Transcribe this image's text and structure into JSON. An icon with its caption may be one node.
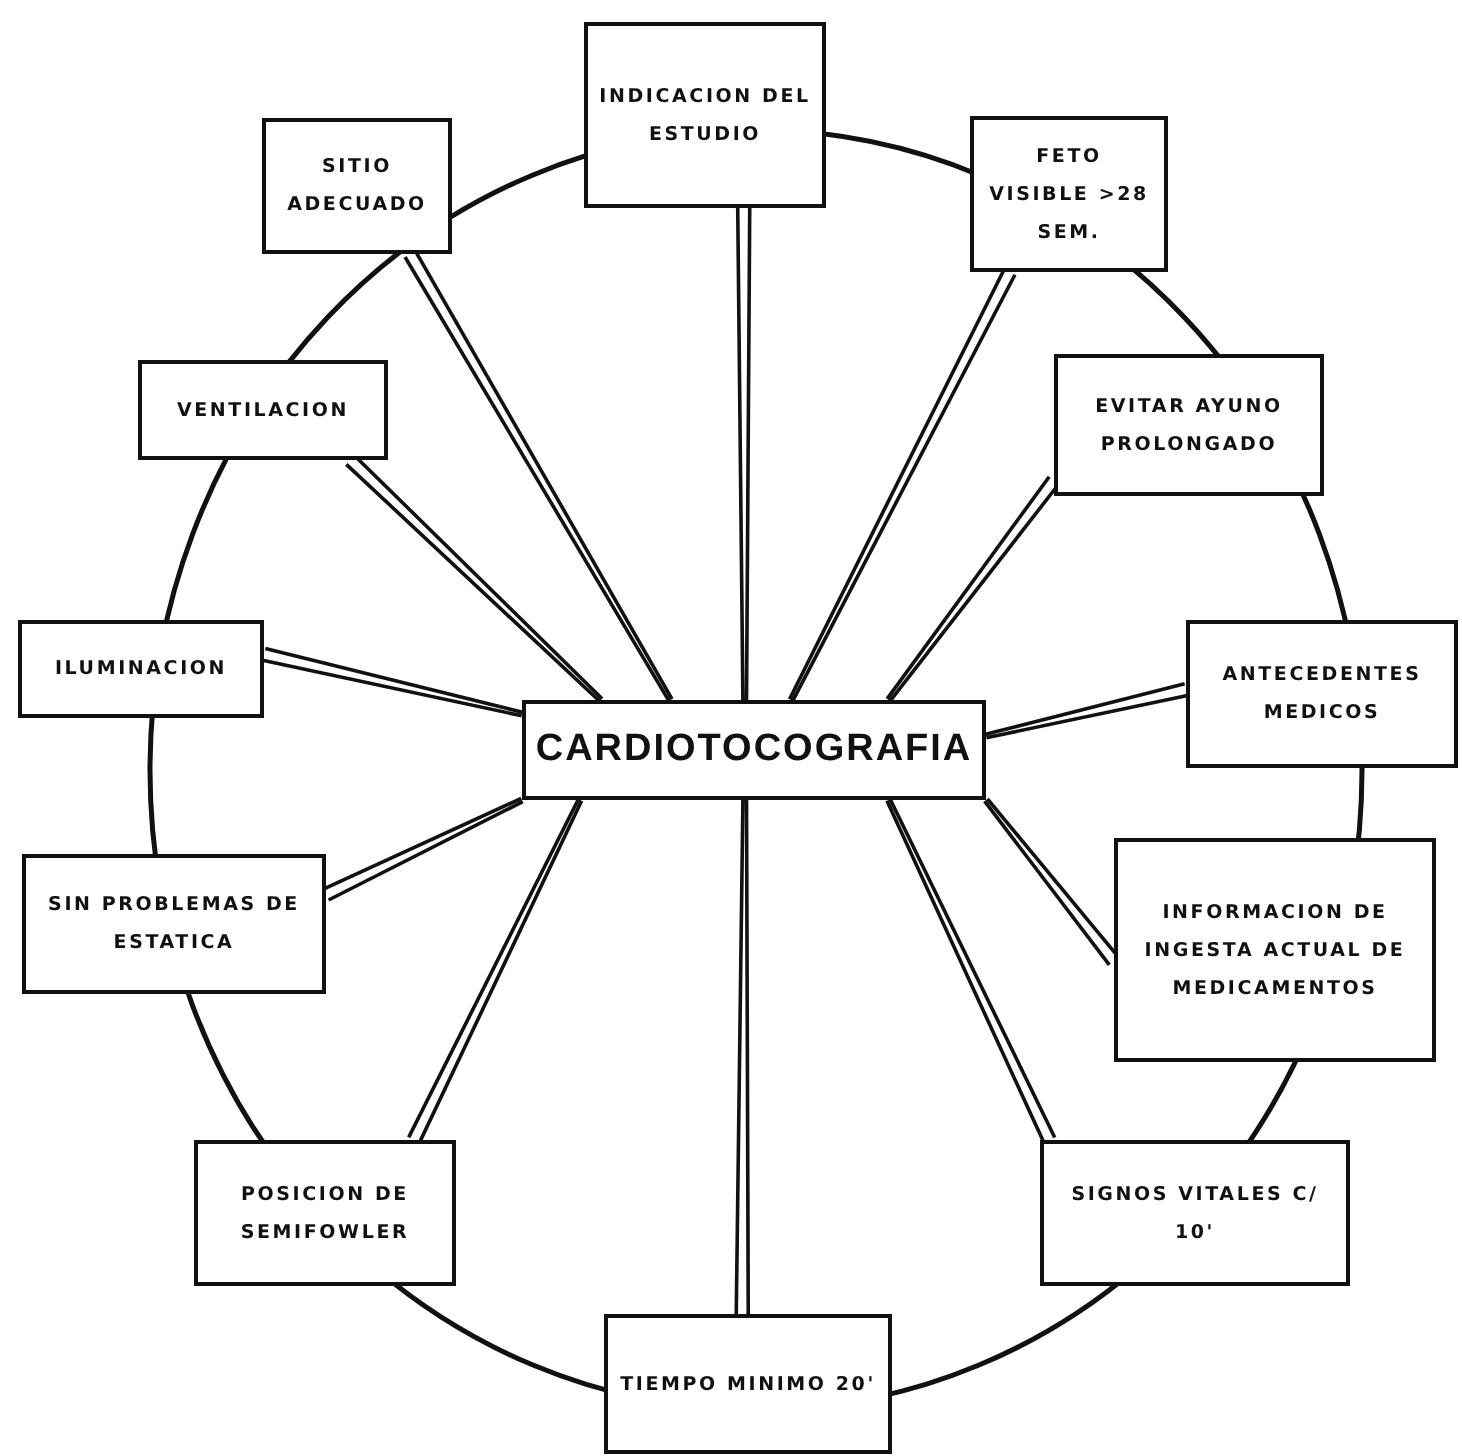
{
  "diagram": {
    "nodes": [
      {
        "text": [
          "CARDIOTOCOGRAFIA"
        ]
      },
      {
        "text": [
          "INDICACION DEL ESTUDIO"
        ]
      },
      {
        "text": [
          "FETO VISIBLE >28 SEM."
        ]
      },
      {
        "text": [
          "EVITAR AYUNO PROLONGADO"
        ]
      },
      {
        "text": [
          "ANTECEDENTES MEDICOS"
        ]
      },
      {
        "text": [
          "INFORMACION DE INGESTA ACTUAL DE MEDICAMENTOS"
        ]
      },
      {
        "text": [
          "SIGNOS VITALES C/ 10'"
        ]
      },
      {
        "text": [
          "TIEMPO MINIMO 20'"
        ]
      },
      {
        "text": [
          "POSICION DE SEMIFOWLER"
        ]
      },
      {
        "text": [
          "SIN PROBLEMAS DE ESTATICA"
        ]
      },
      {
        "text": [
          "ILUMINACION"
        ]
      },
      {
        "text": [
          "VENTILACION"
        ]
      },
      {
        "text": [
          "SITIO ADECUADO"
        ]
      }
    ],
    "edges": [
      {
        "from": 0,
        "to": 1,
        "arrow": "none"
      },
      {
        "from": 0,
        "to": 2,
        "arrow": "none"
      },
      {
        "from": 0,
        "to": 3,
        "arrow": "none"
      },
      {
        "from": 0,
        "to": 4,
        "arrow": "none"
      },
      {
        "from": 0,
        "to": 5,
        "arrow": "none"
      },
      {
        "from": 0,
        "to": 6,
        "arrow": "none"
      },
      {
        "from": 0,
        "to": 7,
        "arrow": "none"
      },
      {
        "from": 0,
        "to": 8,
        "arrow": "none"
      },
      {
        "from": 0,
        "to": 9,
        "arrow": "none"
      },
      {
        "from": 0,
        "to": 10,
        "arrow": "none"
      },
      {
        "from": 0,
        "to": 11,
        "arrow": "none"
      },
      {
        "from": 0,
        "to": 12,
        "arrow": "none"
      }
    ]
  }
}
